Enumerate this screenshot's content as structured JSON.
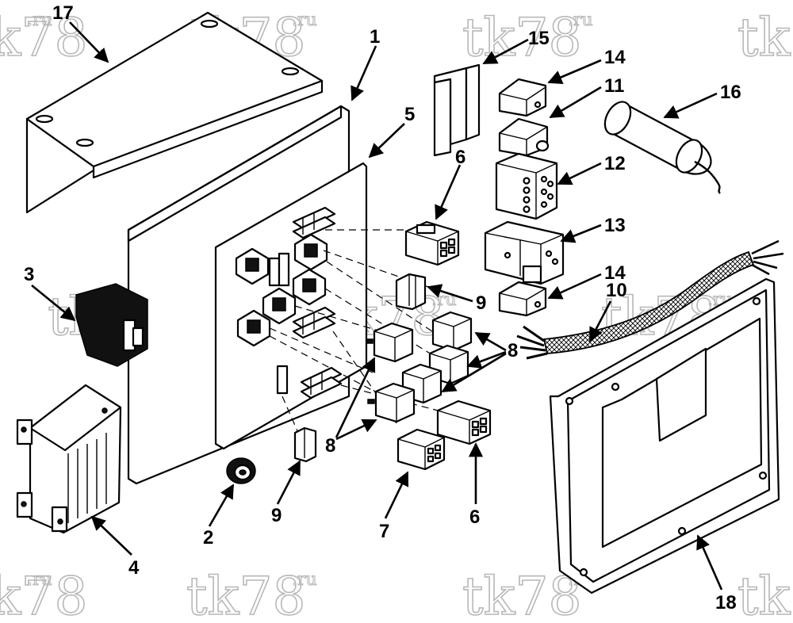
{
  "watermark": {
    "main": "tk78",
    "suffix": ".ru"
  },
  "callouts": [
    {
      "id": "c17",
      "label": "17"
    },
    {
      "id": "c1",
      "label": "1"
    },
    {
      "id": "c5",
      "label": "5"
    },
    {
      "id": "c15",
      "label": "15"
    },
    {
      "id": "c14a",
      "label": "14"
    },
    {
      "id": "c11",
      "label": "11"
    },
    {
      "id": "c16",
      "label": "16"
    },
    {
      "id": "c12",
      "label": "12"
    },
    {
      "id": "c13",
      "label": "13"
    },
    {
      "id": "c14b",
      "label": "14"
    },
    {
      "id": "c6a",
      "label": "6"
    },
    {
      "id": "c3",
      "label": "3"
    },
    {
      "id": "c9a",
      "label": "9"
    },
    {
      "id": "c10",
      "label": "10"
    },
    {
      "id": "c8a",
      "label": "8"
    },
    {
      "id": "c8b",
      "label": "8"
    },
    {
      "id": "c9b",
      "label": "9"
    },
    {
      "id": "c2",
      "label": "2"
    },
    {
      "id": "c4",
      "label": "4"
    },
    {
      "id": "c7",
      "label": "7"
    },
    {
      "id": "c6b",
      "label": "6"
    },
    {
      "id": "c18",
      "label": "18"
    }
  ]
}
